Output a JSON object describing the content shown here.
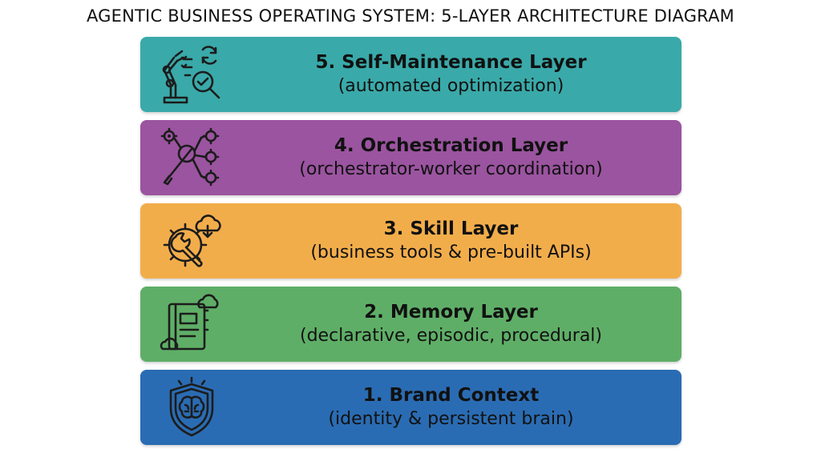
{
  "page": {
    "title": "AGENTIC BUSINESS OPERATING SYSTEM: 5-LAYER ARCHITECTURE DIAGRAM"
  },
  "layers": [
    {
      "title": "5. Self-Maintenance Layer",
      "subtitle": "(automated optimization)",
      "color": "#3aa9a9",
      "icon": "robot-arm-magnifier-icon"
    },
    {
      "title": "4. Orchestration Layer",
      "subtitle": "(orchestrator-worker coordination)",
      "color": "#9b54a0",
      "icon": "conductor-baton-gears-icon"
    },
    {
      "title": "3. Skill Layer",
      "subtitle": "(business tools & pre-built APIs)",
      "color": "#f2ad4b",
      "icon": "gear-wrench-cloud-icon"
    },
    {
      "title": "2. Memory Layer",
      "subtitle": "(declarative, episodic, procedural)",
      "color": "#5fae67",
      "icon": "notebook-cloud-icon"
    },
    {
      "title": "1. Brand Context",
      "subtitle": "(identity & persistent brain)",
      "color": "#2a6cb3",
      "icon": "shield-brain-icon"
    }
  ]
}
